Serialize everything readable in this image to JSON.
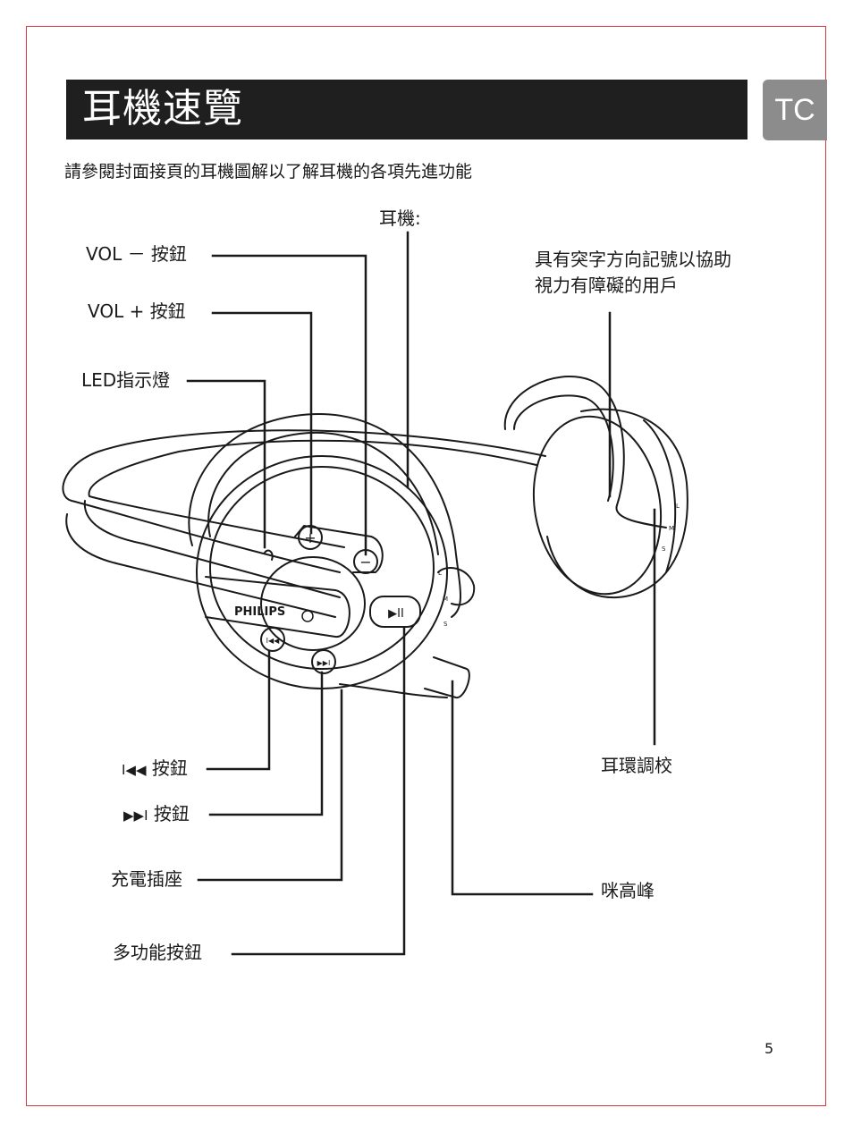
{
  "page": {
    "title": "耳機速覽",
    "language_tab": "TC",
    "intro": "請參閱封面接頁的耳機圖解以了解耳機的各項先進功能",
    "page_number": "5",
    "accent_color": "#d9383f",
    "title_bar_color": "#1f1f1f",
    "tab_color": "#8c8c8c"
  },
  "diagram": {
    "brand": "PHILIPS",
    "size_marks": [
      "L",
      "M",
      "S"
    ],
    "labels": {
      "headphone": "耳機:",
      "vol_minus": "VOL － 按鈕",
      "vol_plus": "VOL + 按鈕",
      "led": "LED指示燈",
      "tactile_line1": "具有突字方向記號以協助",
      "tactile_line2": "視力有障礙的用戶",
      "prev_symbol": "I◀◀",
      "prev": "按鈕",
      "next_symbol": "▶▶I",
      "next": "按鈕",
      "charge": "充電插座",
      "multi": "多功能按鈕",
      "earloop": "耳環調校",
      "mic": "咪高峰"
    }
  }
}
